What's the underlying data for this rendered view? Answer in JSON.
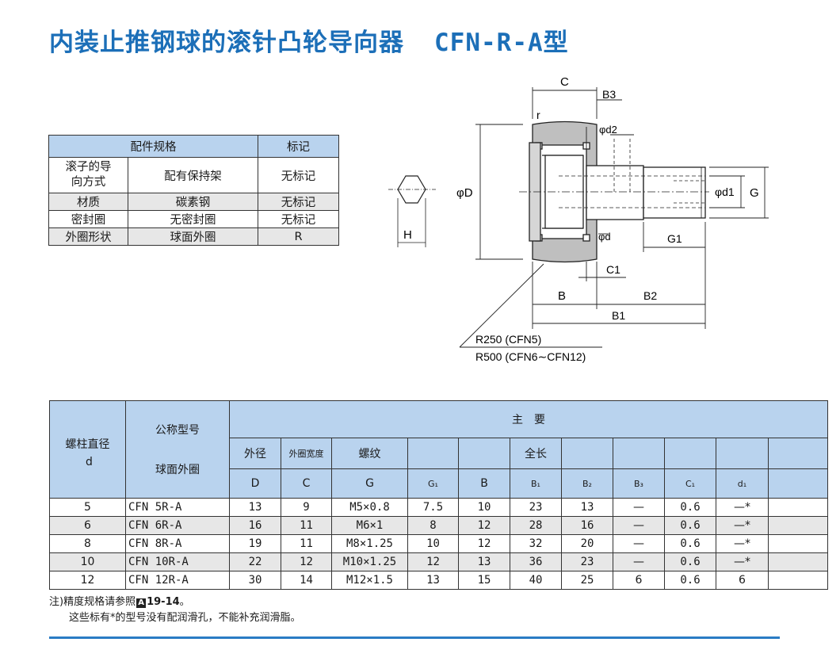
{
  "title": "内装止推钢球的滚针凸轮导向器",
  "model": "CFN-R-A型",
  "spec_table": {
    "header": [
      "配件规格",
      "标记"
    ],
    "rows": [
      [
        "滚子的导向方式",
        "配有保持架",
        "无标记"
      ],
      [
        "材质",
        "碳素钢",
        "无标记"
      ],
      [
        "密封圈",
        "无密封圈",
        "无标记"
      ],
      [
        "外圈形状",
        "球面外圈",
        "R"
      ]
    ]
  },
  "diagram": {
    "labels": {
      "C": "C",
      "B3": "B3",
      "r": "r",
      "d2": "φd2",
      "D": "φD",
      "d1": "φd1",
      "G": "G",
      "d": "φd",
      "G1": "G1",
      "C1": "C1",
      "B": "B",
      "B2": "B2",
      "B1": "B1",
      "H": "H",
      "radius1": "R250 (CFN5)",
      "radius2": "R500 (CFN6∼CFN12)"
    }
  },
  "main_table": {
    "h_d": "螺柱直径",
    "h_d_sym": "d",
    "h_model": "公称型号",
    "h_model_sub": "球面外圈",
    "h_main": "主　要",
    "h_outer": "外径",
    "h_width": "外圈宽度",
    "h_thread": "螺纹",
    "h_total": "全长",
    "syms": [
      "D",
      "C",
      "G",
      "G₁",
      "B",
      "B₁",
      "B₂",
      "B₃",
      "C₁",
      "d₁"
    ],
    "rows": [
      [
        "5",
        "CFN 5R-A",
        "13",
        "9",
        "M5×0.8",
        "7.5",
        "10",
        "23",
        "13",
        "—",
        "0.6",
        "—*"
      ],
      [
        "6",
        "CFN 6R-A",
        "16",
        "11",
        "M6×1",
        "8",
        "12",
        "28",
        "16",
        "—",
        "0.6",
        "—*"
      ],
      [
        "8",
        "CFN 8R-A",
        "19",
        "11",
        "M8×1.25",
        "10",
        "12",
        "32",
        "20",
        "—",
        "0.6",
        "—*"
      ],
      [
        "10",
        "CFN 10R-A",
        "22",
        "12",
        "M10×1.25",
        "12",
        "13",
        "36",
        "23",
        "—",
        "0.6",
        "—*"
      ],
      [
        "12",
        "CFN 12R-A",
        "30",
        "14",
        "M12×1.5",
        "13",
        "15",
        "40",
        "25",
        "6",
        "0.6",
        "6"
      ]
    ]
  },
  "notes": {
    "n1_prefix": "注)精度规格请参照",
    "n1_icon": "A",
    "n1_ref": "19-14",
    "n1_suffix": "。",
    "n2": "这些标有*的型号没有配润滑孔，不能补充润滑脂。"
  },
  "colors": {
    "title": "#1c6fb8",
    "header": "#b9d3ee",
    "shade": "#e7e7e7",
    "rule": "#2a7cc4"
  }
}
